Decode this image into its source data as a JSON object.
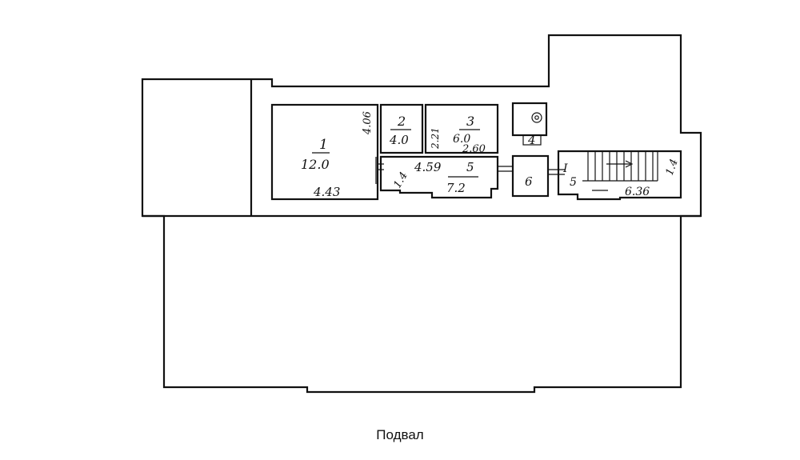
{
  "caption": "Подвал",
  "rooms": [
    {
      "id": "1",
      "number": "1",
      "area": "12.0",
      "dims": [
        "4.43",
        "4.06"
      ]
    },
    {
      "id": "2",
      "number": "2",
      "area": "4.0",
      "dims": []
    },
    {
      "id": "3",
      "number": "3",
      "area": "6.0",
      "dims": [
        "2.60",
        "2.21"
      ]
    },
    {
      "id": "4",
      "number": "4",
      "area": "",
      "dims": []
    },
    {
      "id": "5",
      "number": "5",
      "area": "7.2",
      "dims": [
        "4.59",
        "1.4"
      ]
    },
    {
      "id": "6",
      "number": "6",
      "area": "",
      "dims": []
    },
    {
      "id": "7",
      "number": "I",
      "area": "5",
      "dims": [
        "6.36",
        "1.4"
      ]
    }
  ],
  "text_marks": {
    "r1_num": "1",
    "r1_area": "12.0",
    "r1_width": "4.43",
    "r1_height": "4.06",
    "r2_num": "2",
    "r2_area": "4.0",
    "r3_num": "3",
    "r3_area": "6.0",
    "r3_len": "2.60",
    "r3_side": "2.21",
    "r4_num": "4",
    "r5_num": "5",
    "r5_area": "7.2",
    "r5_len": "4.59",
    "r5_side": "1.4",
    "r6_num": "6",
    "r7_num": "I",
    "r7_area": "5",
    "r7_len": "6.36",
    "r7_side": "1.4"
  }
}
